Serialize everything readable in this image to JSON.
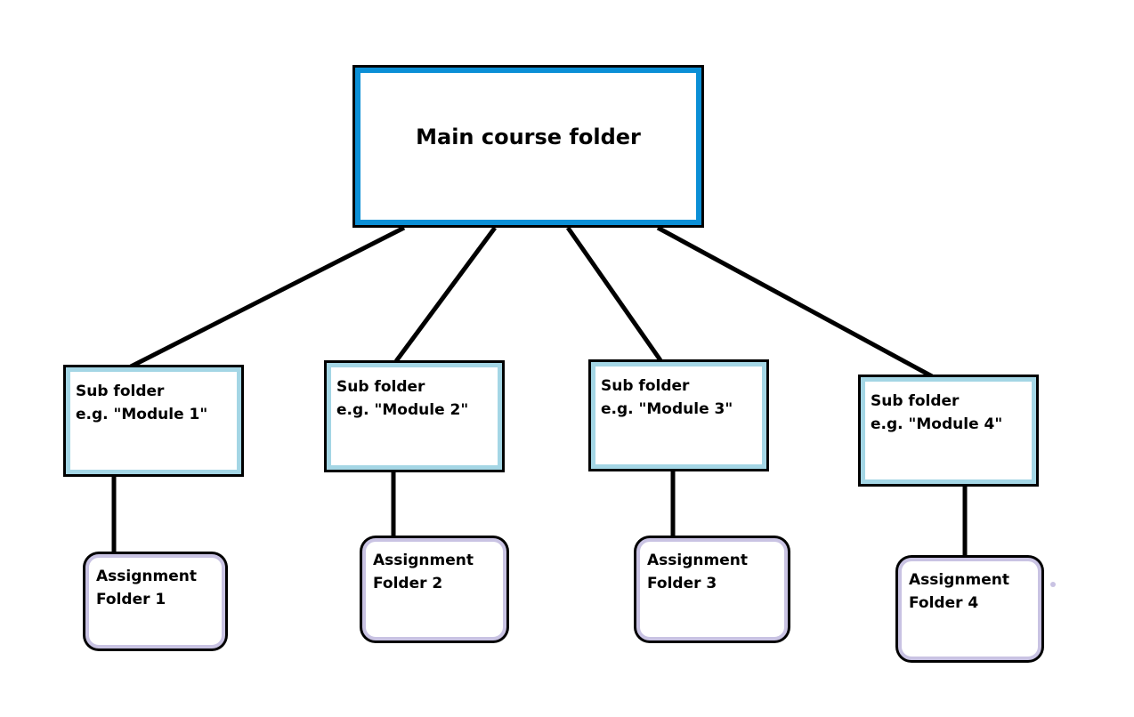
{
  "main_folder": {
    "title": "Main course folder"
  },
  "sub_folders": [
    {
      "line1": "Sub folder",
      "line2": "e.g. \"Module 1\""
    },
    {
      "line1": "Sub folder",
      "line2": "e.g. \"Module 2\""
    },
    {
      "line1": "Sub folder",
      "line2": "e.g. \"Module 3\""
    },
    {
      "line1": "Sub folder",
      "line2": "e.g. \"Module 4\""
    }
  ],
  "assignment_folders": [
    {
      "line1": "Assignment",
      "line2": "Folder 1"
    },
    {
      "line1": "Assignment",
      "line2": "Folder 2"
    },
    {
      "line1": "Assignment",
      "line2": "Folder 3"
    },
    {
      "line1": "Assignment",
      "line2": "Folder 4"
    }
  ],
  "colors": {
    "main_border": "#0b8fd6",
    "sub_border": "#a4d6e5",
    "assignment_border": "#c9c3e3",
    "outline": "#000000"
  }
}
